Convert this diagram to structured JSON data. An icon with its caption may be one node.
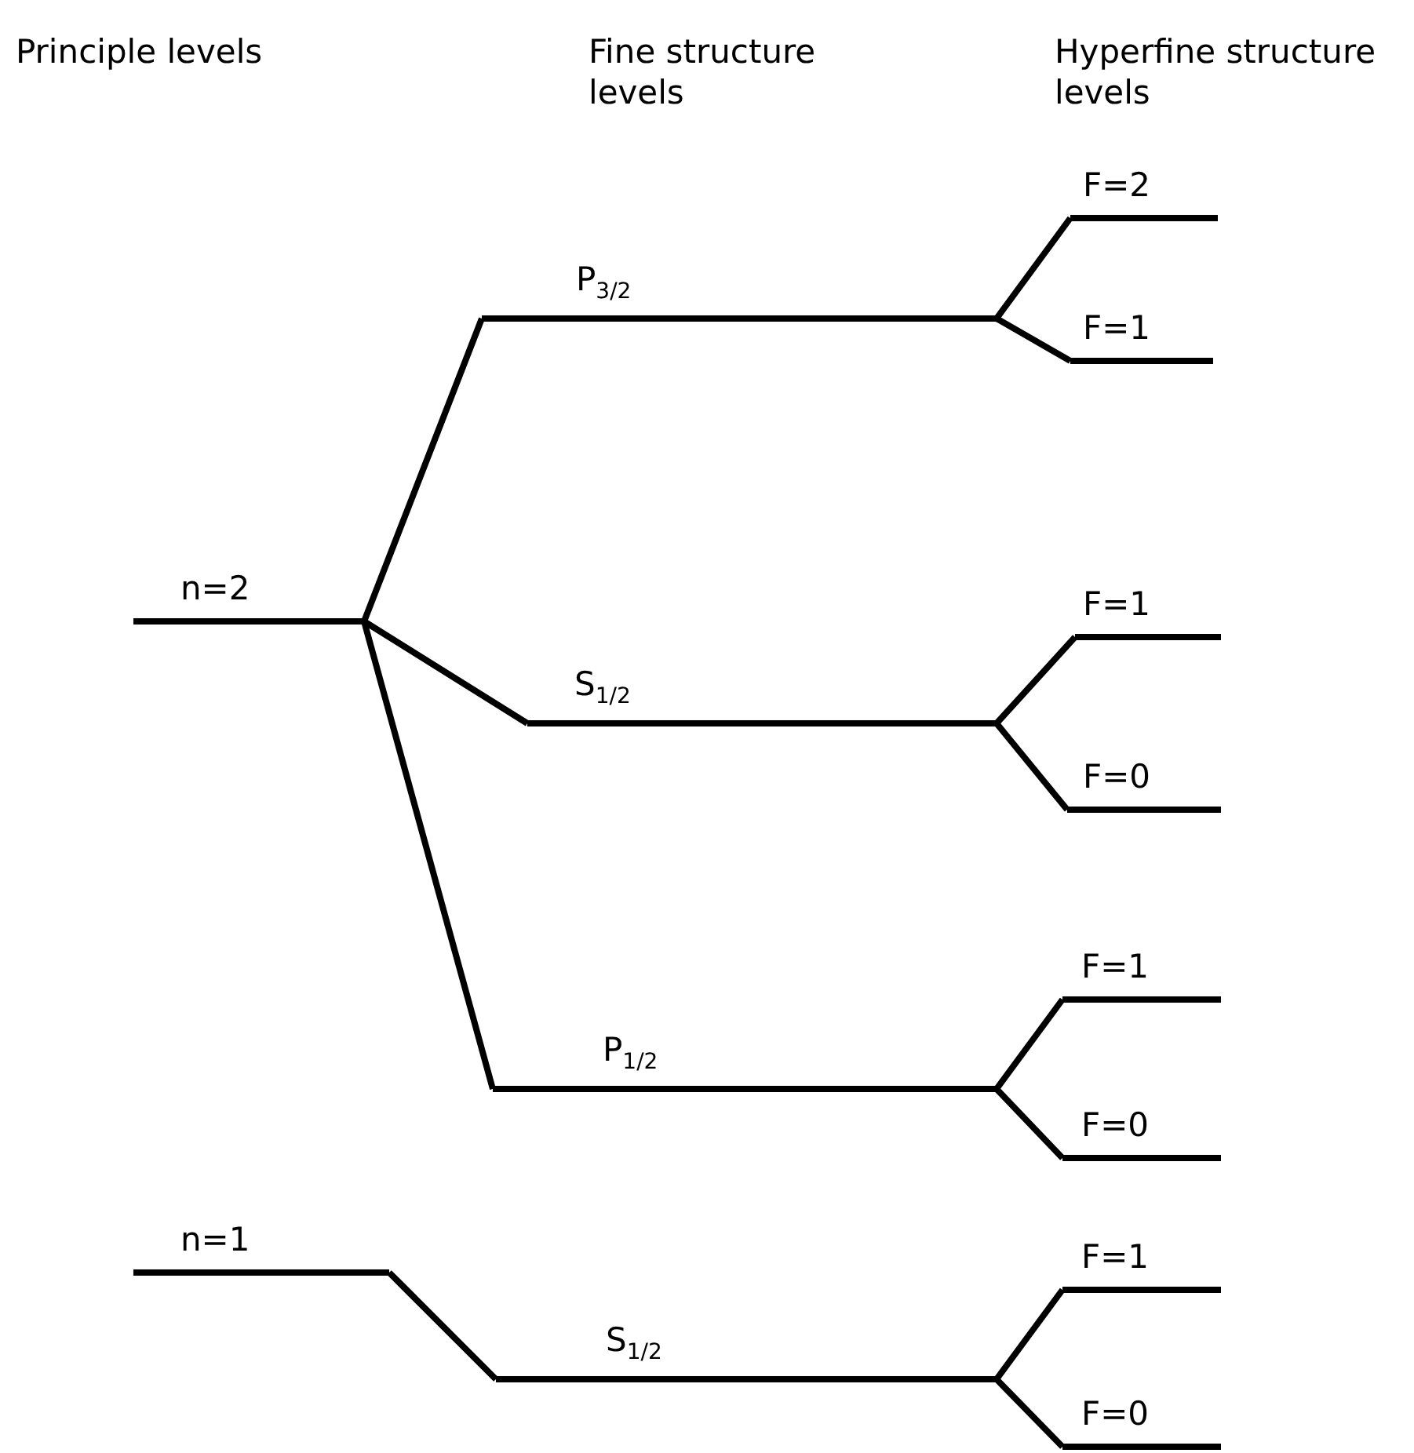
{
  "diagram": {
    "nodes": [
      {
        "text": [
          "n=2"
        ]
      },
      {
        "text": [
          "P$_{3/2}$"
        ]
      },
      {
        "text": [
          "S$_{1/2}$"
        ]
      },
      {
        "text": [
          "P$_{1/2}$"
        ]
      },
      {
        "text": [
          "F=2"
        ]
      },
      {
        "text": [
          "F=1"
        ]
      },
      {
        "text": [
          "F=1"
        ]
      },
      {
        "text": [
          "F=0"
        ]
      },
      {
        "text": [
          "F=1"
        ]
      },
      {
        "text": [
          "F=0"
        ]
      },
      {
        "text": [
          "n=1"
        ]
      },
      {
        "text": [
          "S$_{1/2}$"
        ]
      },
      {
        "text": [
          "F=1"
        ]
      },
      {
        "text": [
          "F=0"
        ]
      }
    ],
    "edges": [
      {
        "from": 0,
        "to": 1,
        "arrow": "none"
      },
      {
        "from": 0,
        "to": 2,
        "arrow": "none"
      },
      {
        "from": 0,
        "to": 3,
        "arrow": "none"
      },
      {
        "from": 1,
        "to": 4,
        "arrow": "none"
      },
      {
        "from": 1,
        "to": 5,
        "arrow": "none"
      },
      {
        "from": 2,
        "to": 6,
        "arrow": "none"
      },
      {
        "from": 2,
        "to": 7,
        "arrow": "none"
      },
      {
        "from": 3,
        "to": 8,
        "arrow": "none"
      },
      {
        "from": 3,
        "to": 9,
        "arrow": "none"
      },
      {
        "from": 10,
        "to": 11,
        "arrow": "none"
      },
      {
        "from": 11,
        "to": 12,
        "arrow": "none"
      },
      {
        "from": 11,
        "to": 13,
        "arrow": "none"
      }
    ],
    "labels": [
      "Principle levels",
      "Fine structure levels",
      "Hyperfine structure levels"
    ]
  }
}
